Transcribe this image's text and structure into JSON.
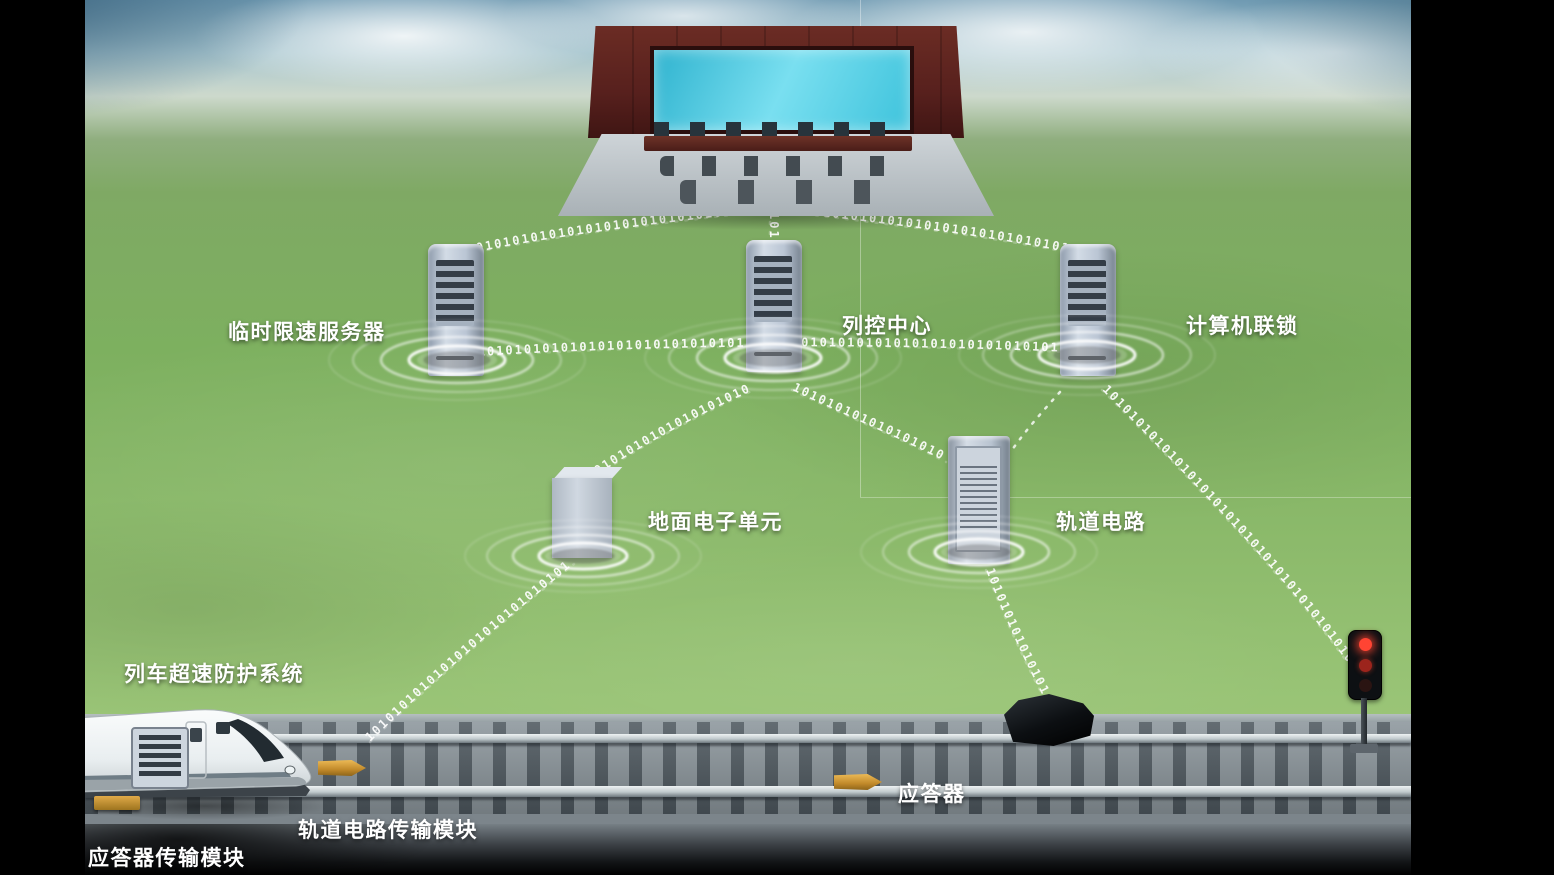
{
  "diagram": {
    "labels": {
      "tsr_server": "临时限速服务器",
      "train_control_center": "列控中心",
      "computer_interlocking": "计算机联锁",
      "ground_electronic_unit": "地面电子单元",
      "track_circuit": "轨道电路",
      "atp": "列车超速防护系统",
      "track_circuit_transmission_module": "轨道电路传输模块",
      "balise_transmission_module": "应答器传输模块",
      "balise": "应答器"
    },
    "binary_stream": "1010101010101010101010101010101010101010101010101010101010101010101010",
    "colors": {
      "screen_cyan": "#49c9e2",
      "grass_green": "#7fae62",
      "label_white": "#ffffff",
      "balise_orange": "#d89a35",
      "signal_red": "#ff4433",
      "server_gray": "#c3cdd9",
      "building_wood": "#5f2723"
    }
  }
}
